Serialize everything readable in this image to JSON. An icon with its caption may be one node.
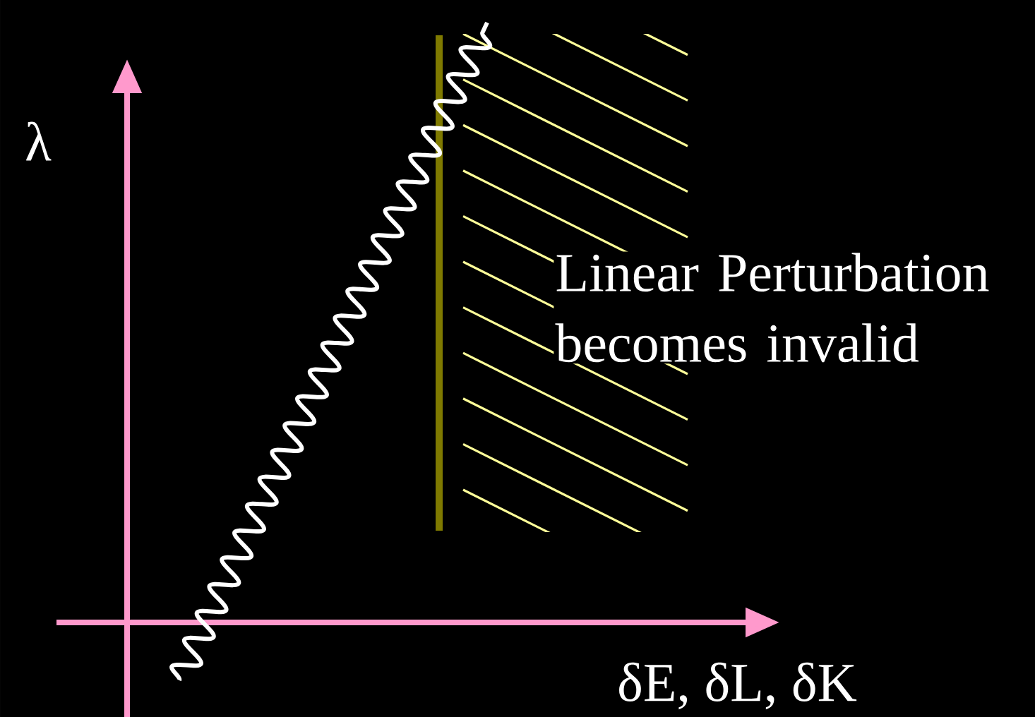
{
  "diagram": {
    "labels": [
      "λ",
      "Linear Perturbation becomes invalid",
      "δE, δL, δK"
    ]
  }
}
